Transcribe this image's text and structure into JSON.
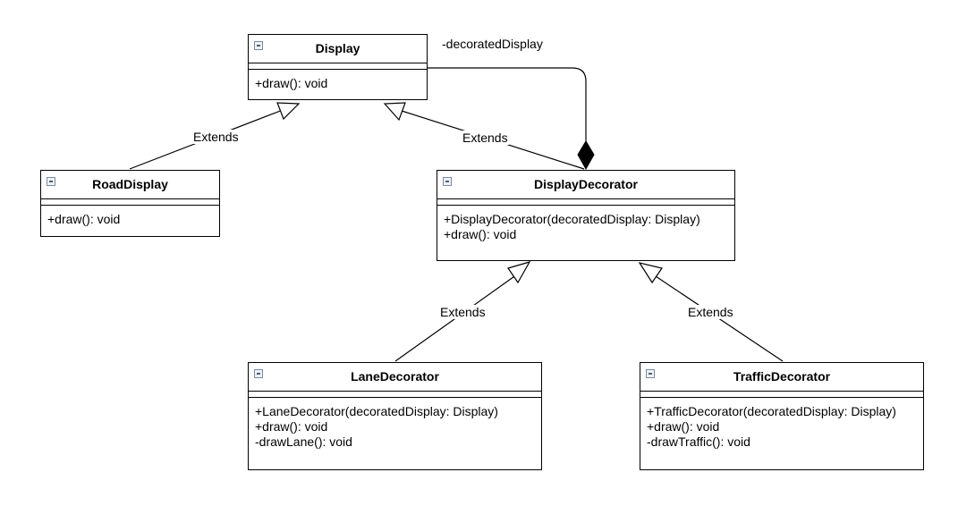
{
  "diagram": {
    "classes": {
      "display": {
        "name": "Display",
        "operations": [
          "+draw(): void"
        ]
      },
      "road_display": {
        "name": "RoadDisplay",
        "operations": [
          "+draw(): void"
        ]
      },
      "display_decorator": {
        "name": "DisplayDecorator",
        "operations": [
          "+DisplayDecorator(decoratedDisplay: Display)",
          "+draw(): void"
        ]
      },
      "lane_decorator": {
        "name": "LaneDecorator",
        "operations": [
          "+LaneDecorator(decoratedDisplay: Display)",
          "+draw(): void",
          "-drawLane(): void"
        ]
      },
      "traffic_decorator": {
        "name": "TrafficDecorator",
        "operations": [
          "+TrafficDecorator(decoratedDisplay: Display)",
          "+draw(): void",
          "-drawTraffic(): void"
        ]
      }
    },
    "relations": {
      "road_display_extends": "Extends",
      "display_decorator_extends": "Extends",
      "lane_decorator_extends": "Extends",
      "traffic_decorator_extends": "Extends",
      "composition_role": "-decoratedDisplay"
    }
  }
}
